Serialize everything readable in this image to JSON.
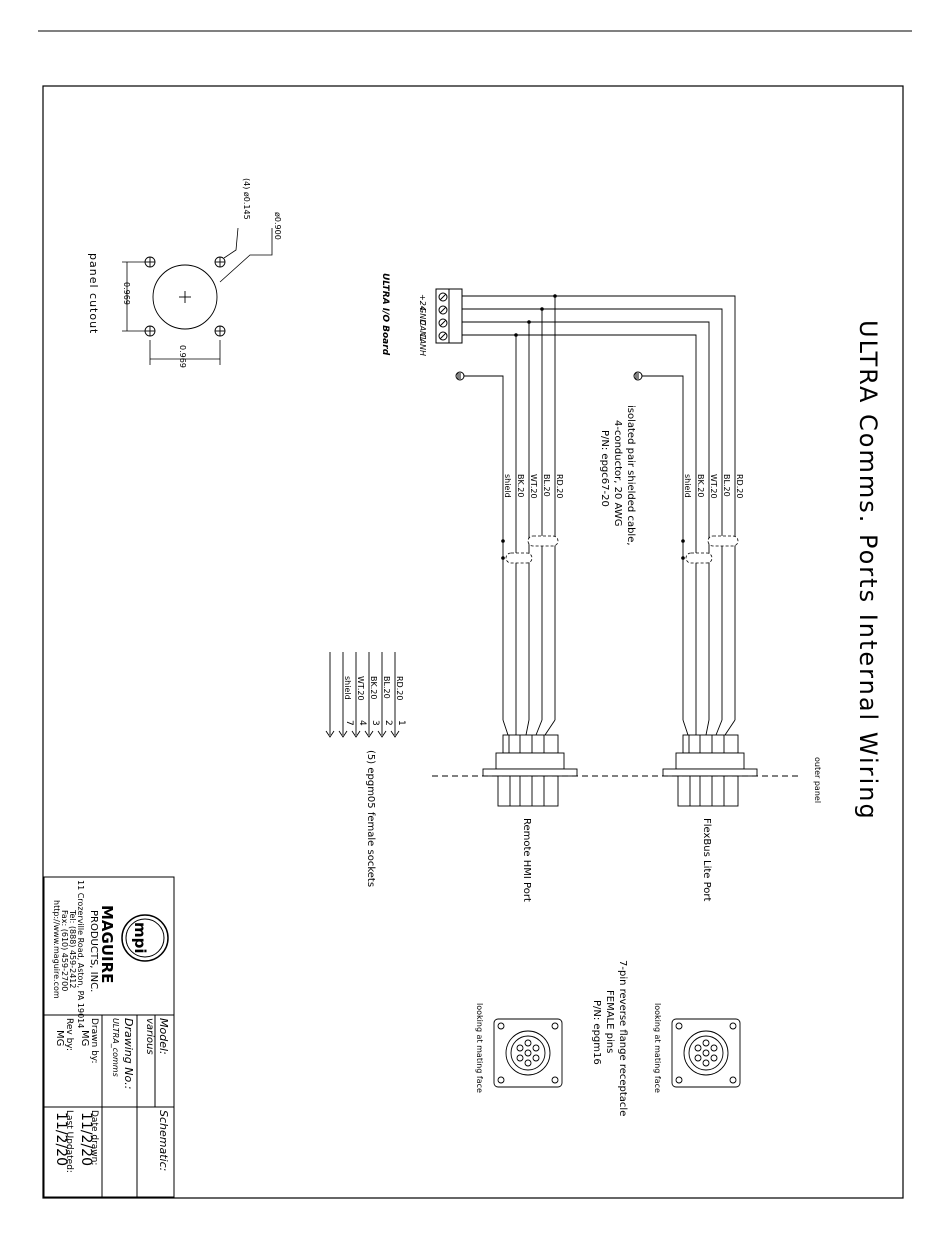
{
  "title": "ULTRA Comms. Ports Internal Wiring",
  "board": {
    "name": "ULTRA I/O Board",
    "terminals": [
      "+24",
      "GND",
      "CANL",
      "CANH"
    ]
  },
  "cable": {
    "line1": "isolated pair shielded cable,",
    "line2": "4-conductor, 20 AWG",
    "line3": "P/N:  epgc67-20"
  },
  "wire_labels": [
    "RD.20",
    "BL.20",
    "WT.20",
    "BK.20",
    "shield"
  ],
  "legend": {
    "wires": [
      "RD.20",
      "BL.20",
      "BK.20",
      "WT.20",
      "shield"
    ],
    "pins": [
      "1",
      "2",
      "3",
      "4",
      "7"
    ],
    "note": "(5)  epgm05  female  sockets"
  },
  "ports": {
    "flexbus": "FlexBus Lite Port",
    "remote": "Remote HMI Port",
    "outer_panel": "outer panel"
  },
  "receptacle": {
    "line1": "7-pin  reverse  flange  receptacle",
    "line2": "FEMALE  pins",
    "line3": "P/N:  epgm16",
    "mating": "looking at mating face"
  },
  "cutout": {
    "label": "panel  cutout",
    "holes": "(4) ø0.145",
    "diameter": "ø0.900",
    "dim_v": "0.969",
    "dim_h": "0.969"
  },
  "title_block": {
    "company_short": "mpi",
    "company": "MAGUIRE",
    "company2": "PRODUCTS, INC.",
    "address": "11 Crozerville Road, Aston, PA 19014",
    "tel": "Tel: (888) 459-2412",
    "fax": "Fax: (610) 459-2700",
    "web": "http://www.maguire.com",
    "schematic_label": "Schematic:",
    "model_label": "Model:",
    "model_value": "various",
    "drawing_label": "Drawing No.:",
    "drawing_value": "ULTRA_comms",
    "drawn_label": "Drawn by:",
    "drawn_value": "MG",
    "date_drawn_label": "Date drawn:",
    "date_drawn_value": "11/2/20",
    "rev_label": "Rev by:",
    "rev_value": "MG",
    "updated_label": "Last Updated:",
    "updated_value": "11/2/20"
  }
}
